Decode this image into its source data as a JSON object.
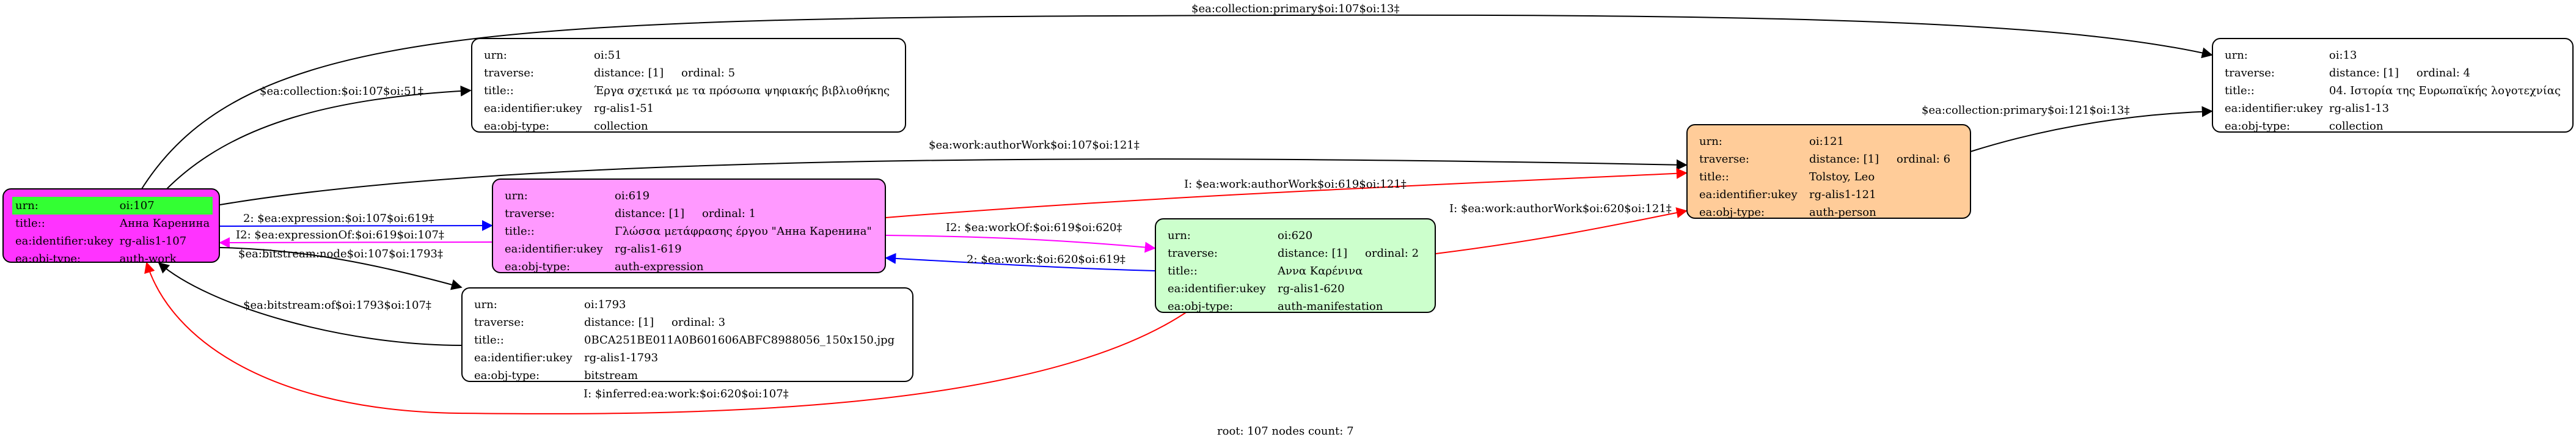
{
  "colors": {
    "auth_work": "#ff33ff",
    "auth_work_header": "#33ff33",
    "auth_expression": "#ff99ff",
    "auth_manifestation": "#ccffcc",
    "auth_person": "#ffcc99",
    "plain": "#ffffff",
    "edge_black": "#000000",
    "edge_red": "#ff0000",
    "edge_blue": "#0000ff",
    "edge_magenta": "#ff00ff"
  },
  "labels": {
    "urn": "urn:",
    "traverse": "traverse:",
    "title": "title::",
    "ukey": "ea:identifier:ukey",
    "objtype": "ea:obj-type:"
  },
  "nodes": {
    "n107": {
      "urn": "oi:107",
      "title": "Анна Каренина",
      "ukey": "rg-alis1-107",
      "objtype": "auth-work"
    },
    "n51": {
      "urn": "oi:51",
      "distance": "distance: [1]",
      "ordinal": "ordinal: 5",
      "title": "Έργα σχετικά με τα πρόσωπα ψηφιακής βιβλιοθήκης",
      "ukey": "rg-alis1-51",
      "objtype": "collection"
    },
    "n13": {
      "urn": "oi:13",
      "distance": "distance: [1]",
      "ordinal": "ordinal: 4",
      "title": "04. Ιστορία της Ευρωπαϊκής λογοτεχνίας",
      "ukey": "rg-alis1-13",
      "objtype": "collection"
    },
    "n121": {
      "urn": "oi:121",
      "distance": "distance: [1]",
      "ordinal": "ordinal: 6",
      "title": "Tolstoy, Leo",
      "ukey": "rg-alis1-121",
      "objtype": "auth-person"
    },
    "n619": {
      "urn": "oi:619",
      "distance": "distance: [1]",
      "ordinal": "ordinal: 1",
      "title": "Γλώσσα μετάφρασης έργου \"Анна Каренина\"",
      "ukey": "rg-alis1-619",
      "objtype": "auth-expression"
    },
    "n620": {
      "urn": "oi:620",
      "distance": "distance: [1]",
      "ordinal": "ordinal: 2",
      "title": "Αννα Καρένινα",
      "ukey": "rg-alis1-620",
      "objtype": "auth-manifestation"
    },
    "n1793": {
      "urn": "oi:1793",
      "distance": "distance: [1]",
      "ordinal": "ordinal: 3",
      "title": "0BCA251BE011A0B601606ABFC8988056_150x150.jpg",
      "ukey": "rg-alis1-1793",
      "objtype": "bitstream"
    }
  },
  "edges": [
    {
      "id": "e_107_13",
      "label": "$ea:collection:primary$oi:107$oi:13‡",
      "color": "black"
    },
    {
      "id": "e_107_51",
      "label": "$ea:collection:$oi:107$oi:51‡",
      "color": "black"
    },
    {
      "id": "e_107_121",
      "label": "$ea:work:authorWork$oi:107$oi:121‡",
      "color": "black"
    },
    {
      "id": "e_121_13",
      "label": "$ea:collection:primary$oi:121$oi:13‡",
      "color": "black"
    },
    {
      "id": "e_619_121",
      "label": "I: $ea:work:authorWork$oi:619$oi:121‡",
      "color": "red"
    },
    {
      "id": "e_620_121",
      "label": "I: $ea:work:authorWork$oi:620$oi:121‡",
      "color": "red"
    },
    {
      "id": "e_107_619",
      "label": "2: $ea:expression:$oi:107$oi:619‡",
      "color": "blue"
    },
    {
      "id": "e_619_107",
      "label": "I2: $ea:expressionOf:$oi:619$oi:107‡",
      "color": "magenta"
    },
    {
      "id": "e_619_620",
      "label": "I2: $ea:workOf:$oi:619$oi:620‡",
      "color": "magenta"
    },
    {
      "id": "e_620_619",
      "label": "2: $ea:work:$oi:620$oi:619‡",
      "color": "blue"
    },
    {
      "id": "e_107_1793",
      "label": "$ea:bitstream:node$oi:107$oi:1793‡",
      "color": "black"
    },
    {
      "id": "e_1793_107",
      "label": "$ea:bitstream:of$oi:1793$oi:107‡",
      "color": "black"
    },
    {
      "id": "e_620_107",
      "label": "I: $inferred:ea:work:$oi:620$oi:107‡",
      "color": "red"
    }
  ],
  "footer": "root: 107 nodes count: 7"
}
